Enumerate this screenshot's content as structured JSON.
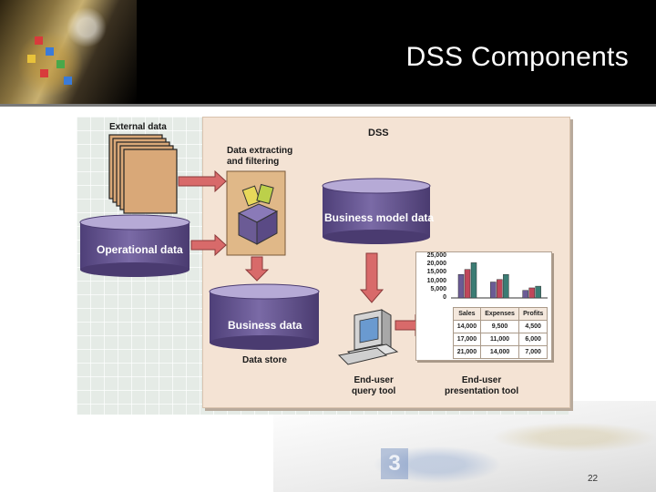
{
  "header": {
    "title": "DSS Components"
  },
  "footer": {
    "page_number": "22"
  },
  "background": {
    "deco_number": "3"
  },
  "colors": {
    "banner": "#000000",
    "dss_panel": "#f4e3d4",
    "cylinder": "#6b5b95",
    "arrow": "#d86a6a",
    "bar_sales": "#6b5b95",
    "bar_expenses": "#c0475a",
    "bar_profits": "#3b7c74"
  },
  "diagram": {
    "dss_label": "DSS",
    "external_data_label": "External data",
    "operational_data_label": "Operational data",
    "extract_filter_label": "Data extracting\nand filtering",
    "business_model_data_label": "Business model data",
    "business_data_label": "Business data",
    "data_store_label": "Data store",
    "query_tool_label": "End-user\nquery tool",
    "presentation_tool_label": "End-user\npresentation tool"
  },
  "chart_data": {
    "type": "bar",
    "categories": [
      "Sales",
      "Expenses",
      "Profits"
    ],
    "y_ticks": [
      "25,000",
      "20,000",
      "15,000",
      "10,000",
      "5,000",
      "0"
    ],
    "ylim": [
      0,
      25000
    ],
    "table_headers": [
      "Sales",
      "Expenses",
      "Profits"
    ],
    "series": [
      {
        "values": [
          14000,
          9500,
          4500
        ]
      },
      {
        "values": [
          17000,
          11000,
          6000
        ]
      },
      {
        "values": [
          21000,
          14000,
          7000
        ]
      }
    ],
    "table_rows": [
      [
        "14,000",
        "9,500",
        "4,500"
      ],
      [
        "17,000",
        "11,000",
        "6,000"
      ],
      [
        "21,000",
        "14,000",
        "7,000"
      ]
    ]
  }
}
